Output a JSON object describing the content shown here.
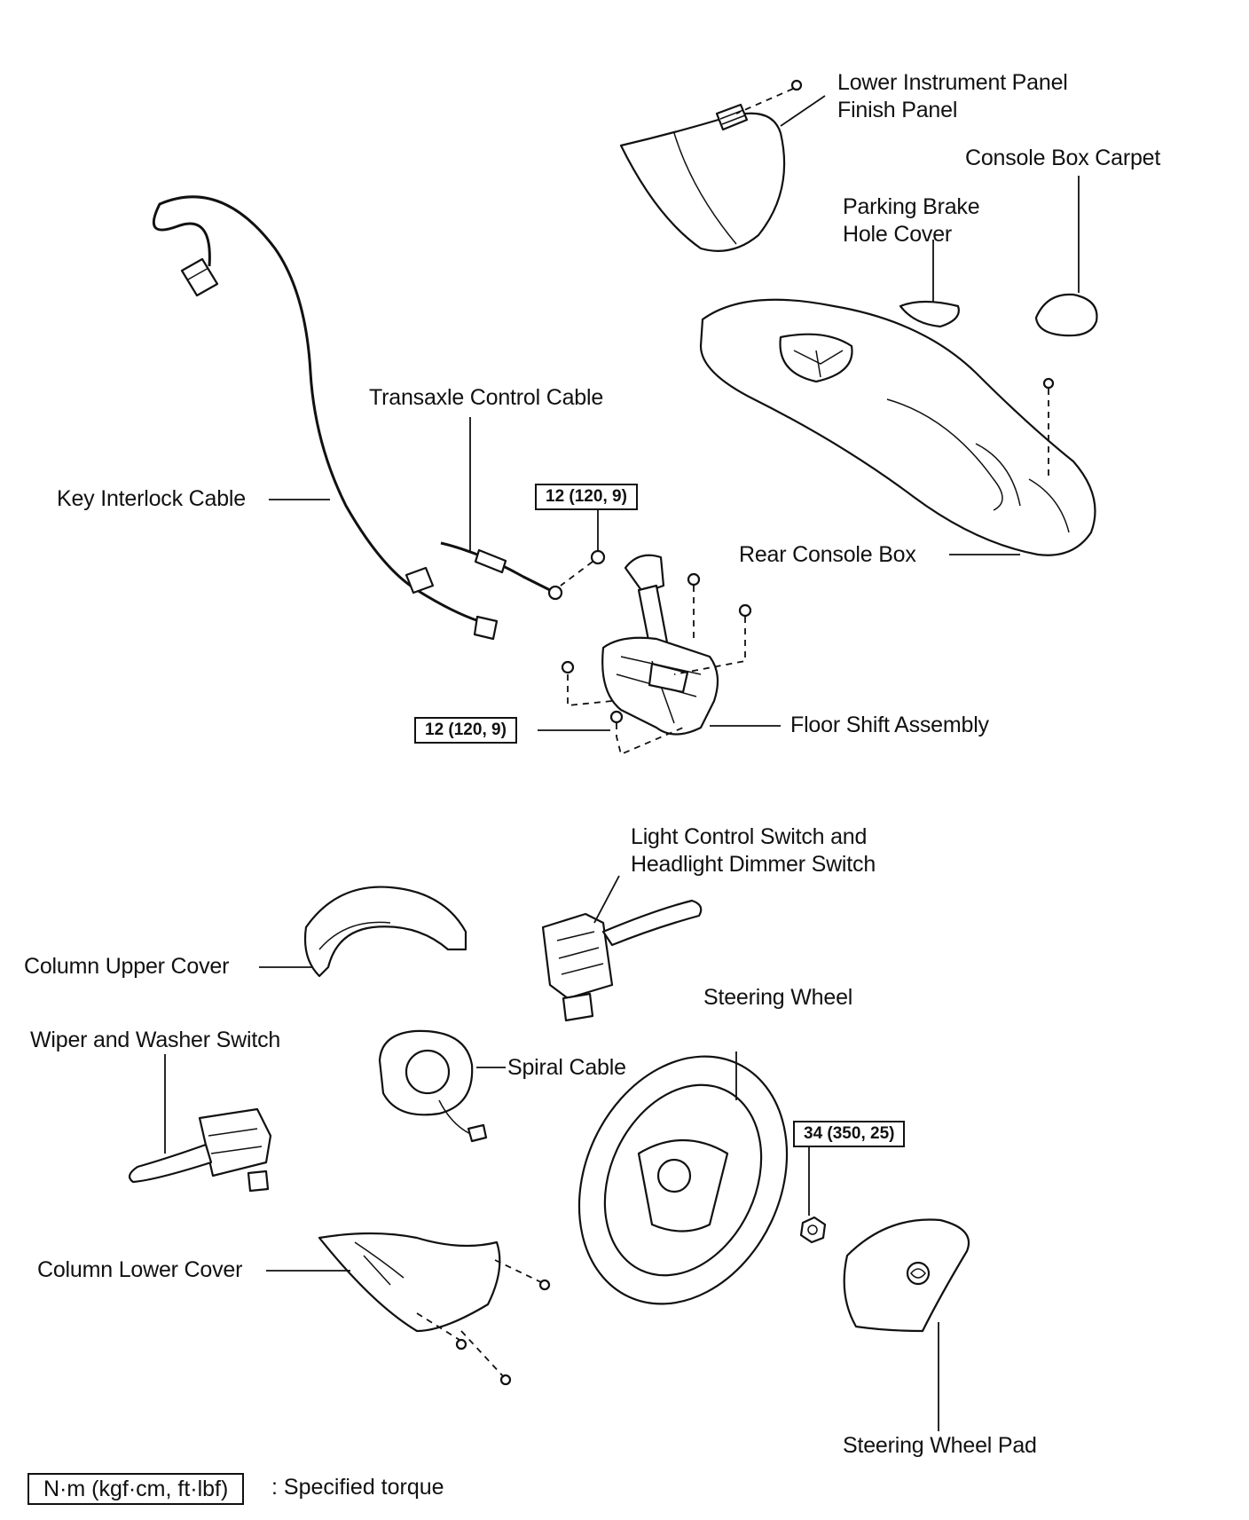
{
  "labels": {
    "lower_instrument_panel_line1": "Lower Instrument Panel",
    "lower_instrument_panel_line2": "Finish Panel",
    "console_box_carpet": "Console Box Carpet",
    "parking_brake_line1": "Parking Brake",
    "parking_brake_line2": "Hole Cover",
    "transaxle_control_cable": "Transaxle Control Cable",
    "key_interlock_cable": "Key Interlock Cable",
    "rear_console_box": "Rear Console Box",
    "floor_shift_assembly": "Floor Shift Assembly",
    "light_control_line1": "Light Control Switch and",
    "light_control_line2": "Headlight Dimmer Switch",
    "column_upper_cover": "Column Upper Cover",
    "steering_wheel": "Steering Wheel",
    "wiper_washer_switch": "Wiper and Washer Switch",
    "spiral_cable": "Spiral Cable",
    "column_lower_cover": "Column Lower Cover",
    "steering_wheel_pad": "Steering Wheel Pad"
  },
  "torques": {
    "shift_nut": "12 (120, 9)",
    "shift_bolt": "12 (120, 9)",
    "steering_nut": "34 (350, 25)"
  },
  "legend": {
    "unit_box": "N·m (kgf·cm, ft·lbf)",
    "meaning": ": Specified torque"
  }
}
